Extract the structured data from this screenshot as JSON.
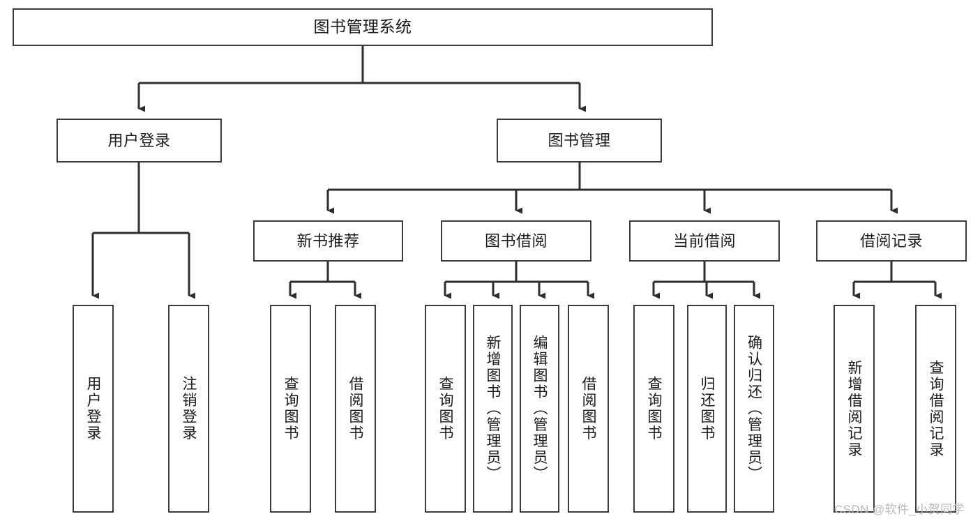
{
  "diagram": {
    "type": "tree",
    "title": "图书管理系统",
    "watermark": "CSDN @软件_小贺同学",
    "colors": {
      "box_border": "#3b3b3b",
      "box_fill": "#ffffff",
      "edge": "#2d2d2d",
      "text": "#1a1a1a",
      "watermark": "#b9b9b9",
      "background": "#ffffff"
    },
    "levels": {
      "root": {
        "label": "图书管理系统"
      },
      "level2": [
        {
          "label": "用户登录"
        },
        {
          "label": "图书管理"
        }
      ],
      "level3": [
        {
          "label": "新书推荐"
        },
        {
          "label": "图书借阅"
        },
        {
          "label": "当前借阅"
        },
        {
          "label": "借阅记录"
        }
      ],
      "leaves": [
        {
          "label": "用户登录",
          "parent": "用户登录"
        },
        {
          "label": "注销登录",
          "parent": "用户登录"
        },
        {
          "label": "查询图书",
          "parent": "新书推荐"
        },
        {
          "label": "借阅图书",
          "parent": "新书推荐"
        },
        {
          "label": "查询图书",
          "parent": "图书借阅"
        },
        {
          "label": "新增图书（管理员）",
          "parent": "图书借阅"
        },
        {
          "label": "编辑图书（管理员）",
          "parent": "图书借阅"
        },
        {
          "label": "借阅图书",
          "parent": "图书借阅"
        },
        {
          "label": "查询图书",
          "parent": "当前借阅"
        },
        {
          "label": "归还图书",
          "parent": "当前借阅"
        },
        {
          "label": "确认归还（管理员）",
          "parent": "当前借阅"
        },
        {
          "label": "新增借阅记录",
          "parent": "借阅记录"
        },
        {
          "label": "查询借阅记录",
          "parent": "借阅记录"
        }
      ]
    }
  }
}
